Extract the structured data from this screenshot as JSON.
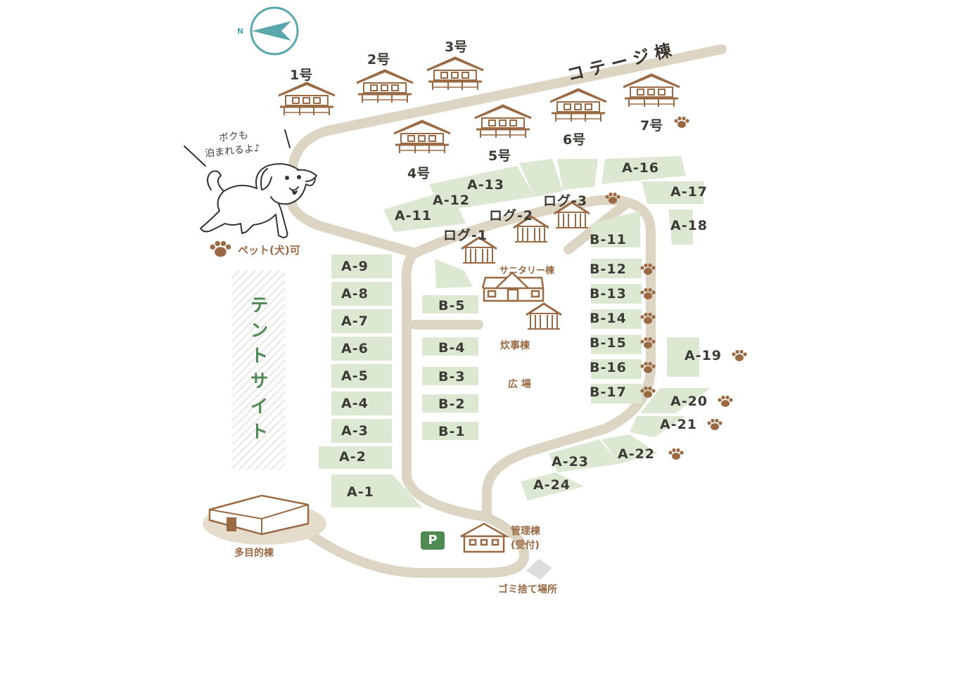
{
  "compass": {
    "letter": "N"
  },
  "cottage_area_title": "コテージ棟",
  "cottages": [
    {
      "label": "1号",
      "pet": false
    },
    {
      "label": "2号",
      "pet": false
    },
    {
      "label": "3号",
      "pet": false
    },
    {
      "label": "4号",
      "pet": false
    },
    {
      "label": "5号",
      "pet": false
    },
    {
      "label": "6号",
      "pet": false
    },
    {
      "label": "7号",
      "pet": true
    }
  ],
  "dog_bubble": {
    "line1": "ボクも",
    "line2": "泊まれるよ♪"
  },
  "pet_note": "ペット(犬)可",
  "tent_site_title": "テントサイト",
  "a_sites": [
    {
      "label": "A-1",
      "pet": false
    },
    {
      "label": "A-2",
      "pet": false
    },
    {
      "label": "A-3",
      "pet": false
    },
    {
      "label": "A-4",
      "pet": false
    },
    {
      "label": "A-5",
      "pet": false
    },
    {
      "label": "A-6",
      "pet": false
    },
    {
      "label": "A-7",
      "pet": false
    },
    {
      "label": "A-8",
      "pet": false
    },
    {
      "label": "A-9",
      "pet": false
    },
    {
      "label": "A-11",
      "pet": false
    },
    {
      "label": "A-12",
      "pet": false
    },
    {
      "label": "A-13",
      "pet": false
    },
    {
      "label": "A-16",
      "pet": false
    },
    {
      "label": "A-17",
      "pet": false
    },
    {
      "label": "A-18",
      "pet": false
    },
    {
      "label": "A-19",
      "pet": true
    },
    {
      "label": "A-20",
      "pet": true
    },
    {
      "label": "A-21",
      "pet": true
    },
    {
      "label": "A-22",
      "pet": true
    },
    {
      "label": "A-23",
      "pet": false
    },
    {
      "label": "A-24",
      "pet": false
    }
  ],
  "b_sites": [
    {
      "label": "B-1",
      "pet": false
    },
    {
      "label": "B-2",
      "pet": false
    },
    {
      "label": "B-3",
      "pet": false
    },
    {
      "label": "B-4",
      "pet": false
    },
    {
      "label": "B-5",
      "pet": false
    },
    {
      "label": "B-11",
      "pet": false
    },
    {
      "label": "B-12",
      "pet": true
    },
    {
      "label": "B-13",
      "pet": true
    },
    {
      "label": "B-14",
      "pet": true
    },
    {
      "label": "B-15",
      "pet": true
    },
    {
      "label": "B-16",
      "pet": true
    },
    {
      "label": "B-17",
      "pet": true
    }
  ],
  "log_cabins": [
    {
      "label": "ログ-1",
      "pet": false
    },
    {
      "label": "ログ-2",
      "pet": false
    },
    {
      "label": "ログ-3",
      "pet": true
    }
  ],
  "facilities": {
    "sanitary": "サニタリー棟",
    "cooking": "炊事棟",
    "plaza": "広 場",
    "multipurpose": "多目的棟",
    "management_line1": "管理棟",
    "management_line2": "(受付)",
    "garbage": "ゴミ捨て場所",
    "parking": "P"
  },
  "colors": {
    "road": "#ddd5c4",
    "site_fill": "#dce8d2",
    "building": "#9a6a44",
    "accent_green": "#4f8a55",
    "compass": "#5aa6ad"
  }
}
